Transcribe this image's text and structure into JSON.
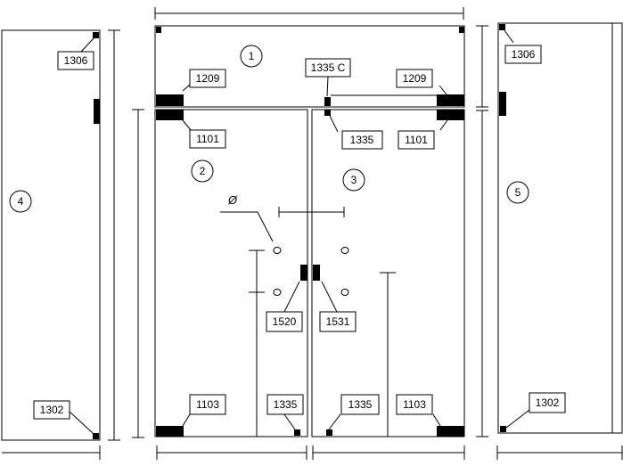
{
  "callouts": {
    "c1306_left": "1306",
    "c1209_left": "1209",
    "c1335c": "1335 C",
    "c1209_right": "1209",
    "c1306_right": "1306",
    "c1101_left": "1101",
    "c1335_top": "1335",
    "c1101_right": "1101",
    "c1520": "1520",
    "c1531": "1531",
    "c1302_left": "1302",
    "c1103_left": "1103",
    "c1335_bottom_left": "1335",
    "c1335_bottom_right": "1335",
    "c1103_right": "1103",
    "c1302_right": "1302"
  },
  "panels": {
    "p1": "1",
    "p2": "2",
    "p3": "3",
    "p4": "4",
    "p5": "5"
  },
  "symbols": {
    "diameter": "Ø"
  }
}
